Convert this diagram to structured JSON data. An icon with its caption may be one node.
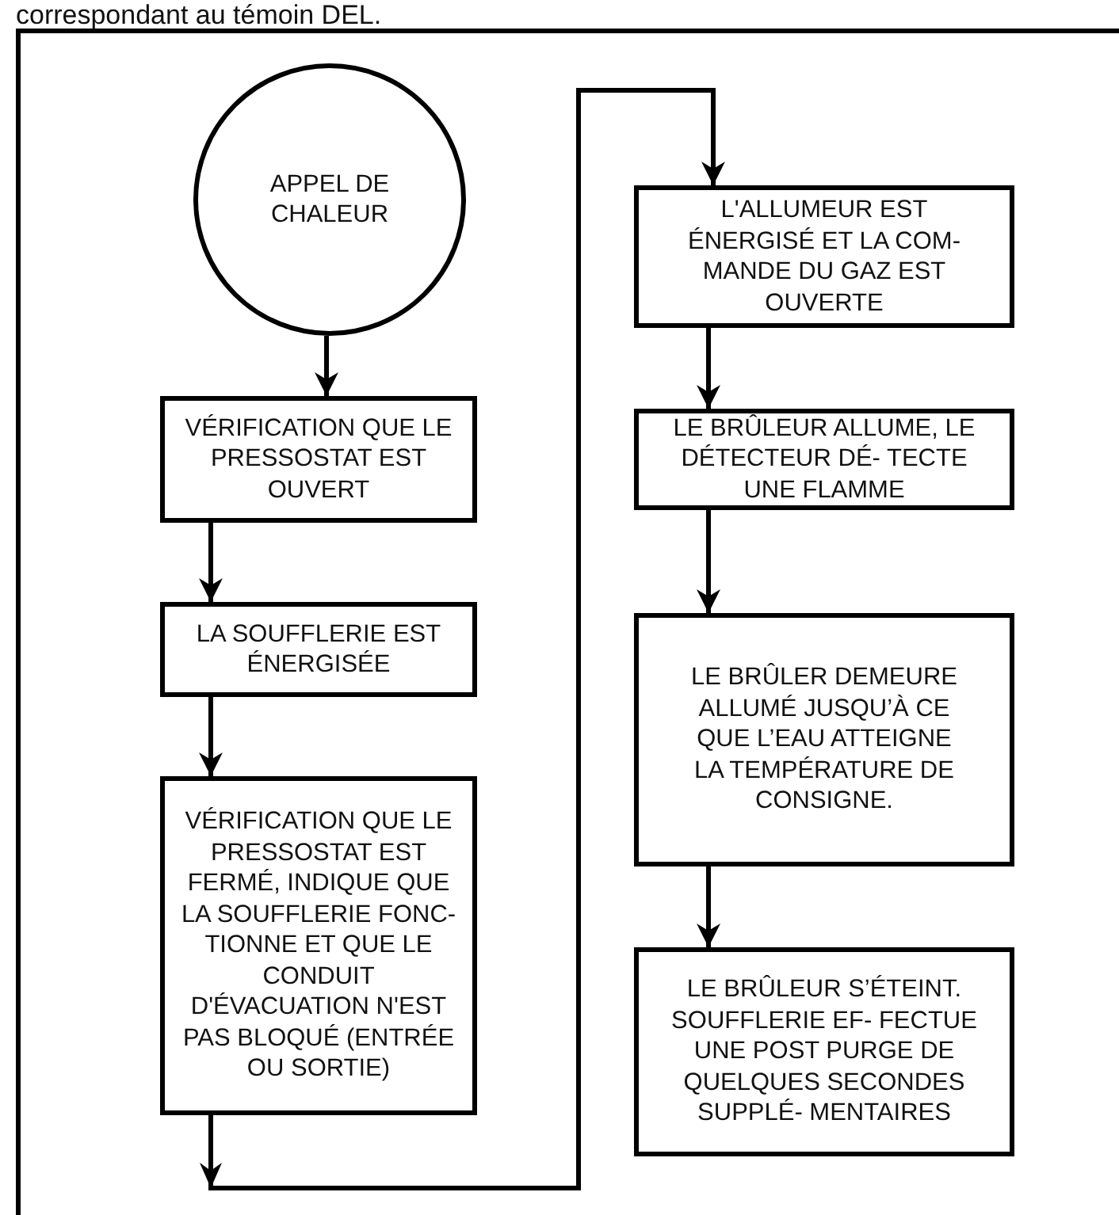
{
  "diagram": {
    "nodes": [
      {
        "text": [
          "APPEL DE CHALEUR"
        ]
      },
      {
        "text": [
          "VÉRIFICATION QUE LE PRESSOSTAT EST OUVERT"
        ]
      },
      {
        "text": [
          "LA SOUFFLERIE EST ÉNERGISÉE"
        ]
      },
      {
        "text": [
          "VÉRIFICATION QUE LE PRESSOSTAT EST FERMÉ, INDIQUE QUE LA SOUFFLERIE FONC- TIONNE ET QUE LE CONDUIT D'ÉVACUATION N'EST PAS BLOQUÉ (ENTRÉE OU SORTIE)"
        ]
      },
      {
        "text": [
          "L'ALLUMEUR EST ÉNERGISÉ ET LA COM- MANDE DU GAZ EST OUVERTE"
        ]
      },
      {
        "text": [
          "LE BRÛLEUR ALLUME, LE DÉTECTEUR DÉ- TECTE UNE FLAMME"
        ]
      },
      {
        "text": [
          "LE BRÛLER DEMEURE ALLUMÉ JUSQU’À CE QUE L’EAU ATTEIGNE LA TEMPÉRATURE DE CONSIGNE."
        ]
      },
      {
        "text": [
          "LE BRÛLEUR S’ÉTEINT. SOUFFLERIE EF- FECTUE UNE POST PURGE DE QUELQUES SECONDES SUPPLÉ- MENTAIRES"
        ]
      }
    ],
    "edges": [
      {
        "from": 0,
        "to": 1,
        "arrow": "to"
      },
      {
        "from": 1,
        "to": 2,
        "arrow": "to"
      },
      {
        "from": 2,
        "to": 3,
        "arrow": "to"
      },
      {
        "from": 3,
        "to": 4,
        "arrow": "to"
      },
      {
        "from": 4,
        "to": 5,
        "arrow": "to"
      },
      {
        "from": 5,
        "to": 6,
        "arrow": "to"
      },
      {
        "from": 6,
        "to": 7,
        "arrow": "to"
      }
    ],
    "labels": [
      "correspondant au témoin DEL."
    ]
  }
}
